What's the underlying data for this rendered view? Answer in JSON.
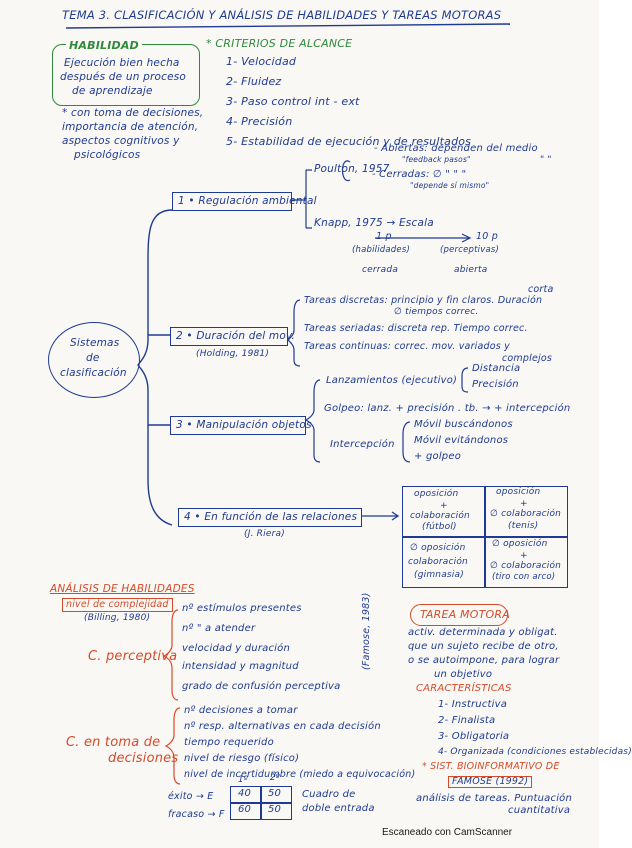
{
  "title": "TEMA 3. CLASIFICACIÓN Y ANÁLISIS DE HABILIDADES Y TAREAS MOTORAS",
  "habilidad": {
    "label": "HABILIDAD",
    "definition": [
      "Ejecución bien hecha",
      "después de un proceso",
      "de aprendizaje"
    ],
    "note": [
      "* con toma de decisiones,",
      "importancia de atención,",
      "aspectos cognitivos y",
      "psicológicos"
    ]
  },
  "criterios": {
    "label": "* CRITERIOS DE ALCANCE",
    "items": [
      "1- Velocidad",
      "2- Fluidez",
      "3- Paso control int - ext",
      "4- Precisión",
      "5- Estabilidad de ejecución y de resultados"
    ]
  },
  "center": [
    "Sistemas",
    "de",
    "clasificación"
  ],
  "branch1": {
    "label": "1 • Regulación ambiental",
    "poulton": "Poulton, 1957",
    "abiertas": "- Abiertas: dependen del medio",
    "abiertas_note": "\"feedback pasos\"",
    "ditto": "\"   \"",
    "cerradas": "- Cerradas: ∅  \"   \"   \"",
    "cerradas_note": "\"depende sí mismo\"",
    "knapp": "Knapp, 1975 → Escala",
    "scale_left": "1 p",
    "scale_right": "10 p",
    "scale_left_note": "(habilidades)",
    "scale_right_note": "(perceptivas)",
    "scale_left_bottom": "cerrada",
    "scale_right_bottom": "abierta"
  },
  "branch2": {
    "label": "2 • Duración del mov.",
    "author": "(Holding, 1981)",
    "discretas": "Tareas discretas: principio y fin claros. Duración",
    "discretas_2": "corta",
    "discretas_3": "∅ tiempos correc.",
    "seriadas": "Tareas seriadas: discreta rep. Tiempo correc.",
    "continuas": "Tareas continuas: correc. mov. variados y",
    "continuas_2": "complejos"
  },
  "branch3": {
    "label": "3 • Manipulación objetos",
    "lanzamientos": "Lanzamientos (ejecutivo)",
    "distancia": "Distancia",
    "precision": "Precisión",
    "golpeo": "Golpeo: lanz. + precisión . tb. → + intercepción",
    "intercepcion": "Intercepción",
    "movil_1": "Móvil buscándonos",
    "movil_2": "Móvil evitándonos",
    "movil_3": "+ golpeo"
  },
  "branch4": {
    "label": "4 • En función de las relaciones",
    "author": "(J. Riera)",
    "cells": [
      [
        "oposición",
        "+",
        "colaboración",
        "(fútbol)"
      ],
      [
        "oposición",
        "+",
        "∅ colaboración",
        "(tenis)"
      ],
      [
        "∅ oposición",
        "colaboración",
        "(gimnasia)",
        ""
      ],
      [
        "∅ oposición",
        "+",
        "∅ colaboración",
        "(tiro con arco)"
      ]
    ]
  },
  "analisis": {
    "title": "ANÁLISIS DE HABILIDADES",
    "subtitle": "nivel de complejidad",
    "author": "(Billing, 1980)",
    "perceptiva_label": "C. perceptiva",
    "perceptiva_items": [
      "nº estímulos presentes",
      "nº   \"   a atender",
      "velocidad y duración",
      "intensidad y magnitud",
      "grado de confusión perceptiva"
    ],
    "decisiones_label": "C. en toma de",
    "decisiones_label_2": "decisiones",
    "decisiones_items": [
      "nº decisiones a tomar",
      "nº resp. alternativas en cada decisión",
      "tiempo requerido",
      "nivel de riesgo (físico)",
      "nivel de incertidumbre (miedo a equivocación)"
    ],
    "exito": "éxito → E",
    "fracaso": "fracaso → F",
    "col1": "1º",
    "col2": "2º",
    "grid": [
      "40",
      "50",
      "60",
      "50"
    ],
    "cuadro": "Cuadro de",
    "cuadro_2": "doble entrada"
  },
  "tarea": {
    "famose": "(Famose, 1983)",
    "label": "TAREA MOTORA",
    "definition": [
      "activ. determinada y obligat.",
      "que un sujeto recibe de otro,",
      "o se autoimpone, para lograr",
      "un objetivo"
    ],
    "caracteristicas_label": "CARACTERÍSTICAS",
    "caracteristicas": [
      "1- Instructiva",
      "2- Finalista",
      "3- Obligatoria",
      "4- Organizada (condiciones establecidas)"
    ],
    "sist_label": "* SIST. BIOINFORMATIVO DE",
    "sist_author": "FAMOSE (1992)",
    "sist_text": "análisis de tareas. Puntuación",
    "sist_text_2": "cuantitativa"
  },
  "footer": "Escaneado con CamScanner"
}
